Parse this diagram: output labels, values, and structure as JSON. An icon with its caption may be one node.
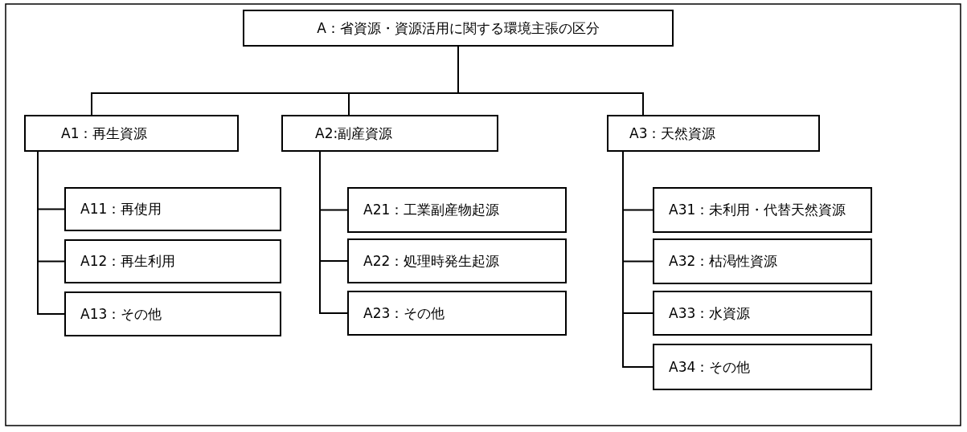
{
  "diagram": {
    "nodes": [
      {
        "text": [
          "A：省資源・資源活用に関する環境主張の区分"
        ]
      },
      {
        "text": [
          "A1：再生資源"
        ]
      },
      {
        "text": [
          "A11：再使用"
        ]
      },
      {
        "text": [
          "A12：再生利用"
        ]
      },
      {
        "text": [
          "A13：その他"
        ]
      },
      {
        "text": [
          "A2:副産資源"
        ]
      },
      {
        "text": [
          "A21：工業副産物起源"
        ]
      },
      {
        "text": [
          "A22：処理時発生起源"
        ]
      },
      {
        "text": [
          "A23：その他"
        ]
      },
      {
        "text": [
          "A3：天然資源"
        ]
      },
      {
        "text": [
          "A31：未利用・代替天然資源"
        ]
      },
      {
        "text": [
          "A32：枯渇性資源"
        ]
      },
      {
        "text": [
          "A33：水資源"
        ]
      },
      {
        "text": [
          "A34：その他"
        ]
      }
    ],
    "edges": [
      {
        "from": 0,
        "to": 1,
        "arrow": "none"
      },
      {
        "from": 0,
        "to": 5,
        "arrow": "none"
      },
      {
        "from": 0,
        "to": 9,
        "arrow": "none"
      },
      {
        "from": 1,
        "to": 2,
        "arrow": "none"
      },
      {
        "from": 1,
        "to": 3,
        "arrow": "none"
      },
      {
        "from": 1,
        "to": 4,
        "arrow": "none"
      },
      {
        "from": 5,
        "to": 6,
        "arrow": "none"
      },
      {
        "from": 5,
        "to": 7,
        "arrow": "none"
      },
      {
        "from": 5,
        "to": 8,
        "arrow": "none"
      },
      {
        "from": 9,
        "to": 10,
        "arrow": "none"
      },
      {
        "from": 9,
        "to": 11,
        "arrow": "none"
      },
      {
        "from": 9,
        "to": 12,
        "arrow": "none"
      },
      {
        "from": 9,
        "to": 13,
        "arrow": "none"
      }
    ]
  }
}
